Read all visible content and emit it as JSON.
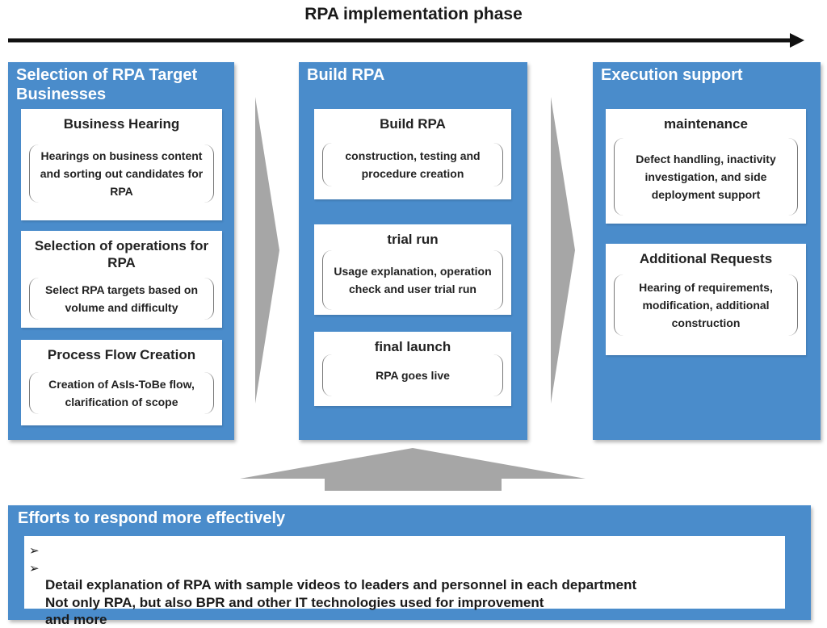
{
  "header": {
    "title": "RPA implementation phase"
  },
  "phases": [
    {
      "title": "Selection of RPA Target Businesses",
      "cards": [
        {
          "title": "Business Hearing",
          "body": "Hearings on business content and sorting out candidates for RPA"
        },
        {
          "title": "Selection of operations for RPA",
          "body": "Select RPA targets based on volume and difficulty"
        },
        {
          "title": "Process Flow Creation",
          "body": "Creation of AsIs-ToBe flow, clarification of scope"
        }
      ]
    },
    {
      "title": "Build RPA",
      "cards": [
        {
          "title": "Build RPA",
          "body": "construction, testing and procedure creation"
        },
        {
          "title": "trial run",
          "body": "Usage explanation, operation check and user trial run"
        },
        {
          "title": "final launch",
          "body": "RPA goes live"
        }
      ]
    },
    {
      "title": "Execution support",
      "cards": [
        {
          "title": "maintenance",
          "body": "Defect handling, inactivity investigation, and side deployment support"
        },
        {
          "title": "Additional Requests",
          "body": "Hearing of requirements, modification, additional construction"
        }
      ]
    }
  ],
  "efforts": {
    "title": "Efforts to respond more effectively",
    "bullet": "➢",
    "items": [
      "Detail explanation of RPA with sample videos to leaders and personnel in each department",
      "Not only RPA, but also BPR and other IT technologies used for improvement\nand more"
    ]
  },
  "colors": {
    "panel": "#4a8ccb",
    "arrow": "#a6a6a6",
    "timeline": "#111111"
  }
}
